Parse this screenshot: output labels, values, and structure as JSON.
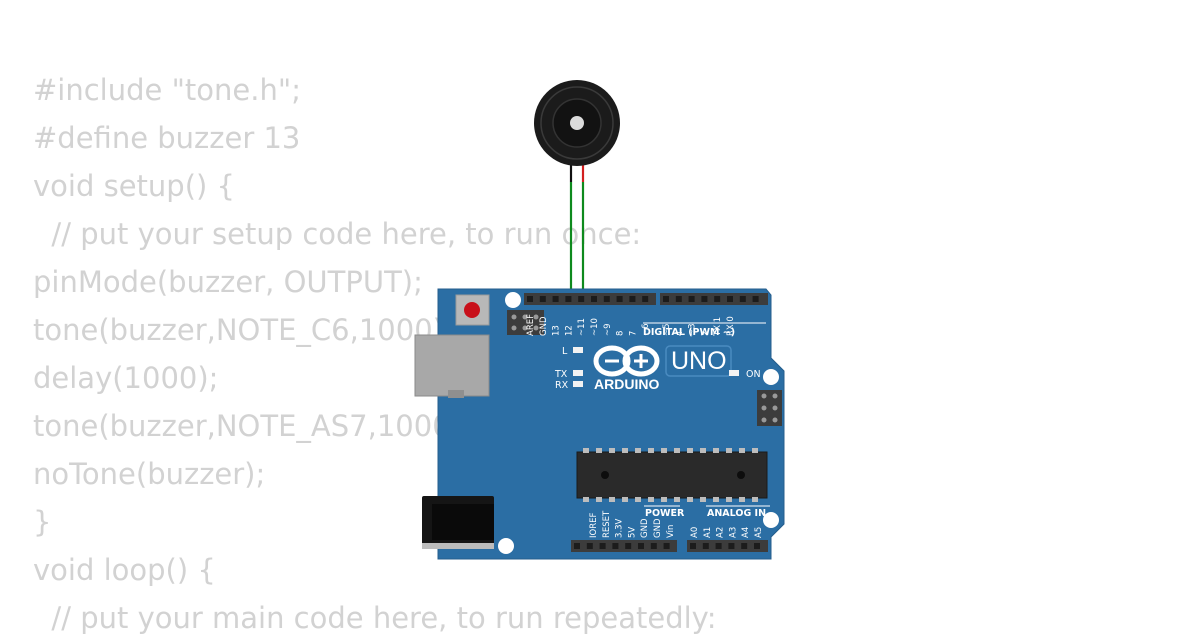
{
  "code_lines": [
    "#include \"tone.h\";",
    "#define buzzer 13",
    "void setup() {",
    "  // put your setup code here, to run once:",
    "pinMode(buzzer, OUTPUT);",
    "tone(buzzer,NOTE_C6,1000);",
    "delay(1000);",
    "tone(buzzer,NOTE_AS7,1000);",
    "noTone(buzzer);",
    "}",
    "void loop() {",
    "  // put your main code here, to run repeatedly:"
  ],
  "board": {
    "brand": "ARDUINO",
    "model": "UNO",
    "digital_header": "DIGITAL (PWM ~)",
    "power_header": "POWER",
    "analog_header": "ANALOG IN",
    "digital_pins": [
      "AREF",
      "GND",
      "13",
      "12",
      "~11",
      "~10",
      "~9",
      "8",
      "7",
      "~6",
      "~5",
      "4",
      "~3",
      "2",
      "TX 1",
      "RX 0"
    ],
    "power_pins": [
      "IOREF",
      "RESET",
      "3.3V",
      "5V",
      "GND",
      "GND",
      "Vin"
    ],
    "analog_pins": [
      "A0",
      "A1",
      "A2",
      "A3",
      "A4",
      "A5"
    ],
    "led_l": "L",
    "led_tx": "TX",
    "led_rx": "RX",
    "led_on": "ON",
    "board_color": "#2b6ea4"
  },
  "wires": {
    "ground_color": "#0e8a1d",
    "signal_color": "#0e8a1d"
  }
}
